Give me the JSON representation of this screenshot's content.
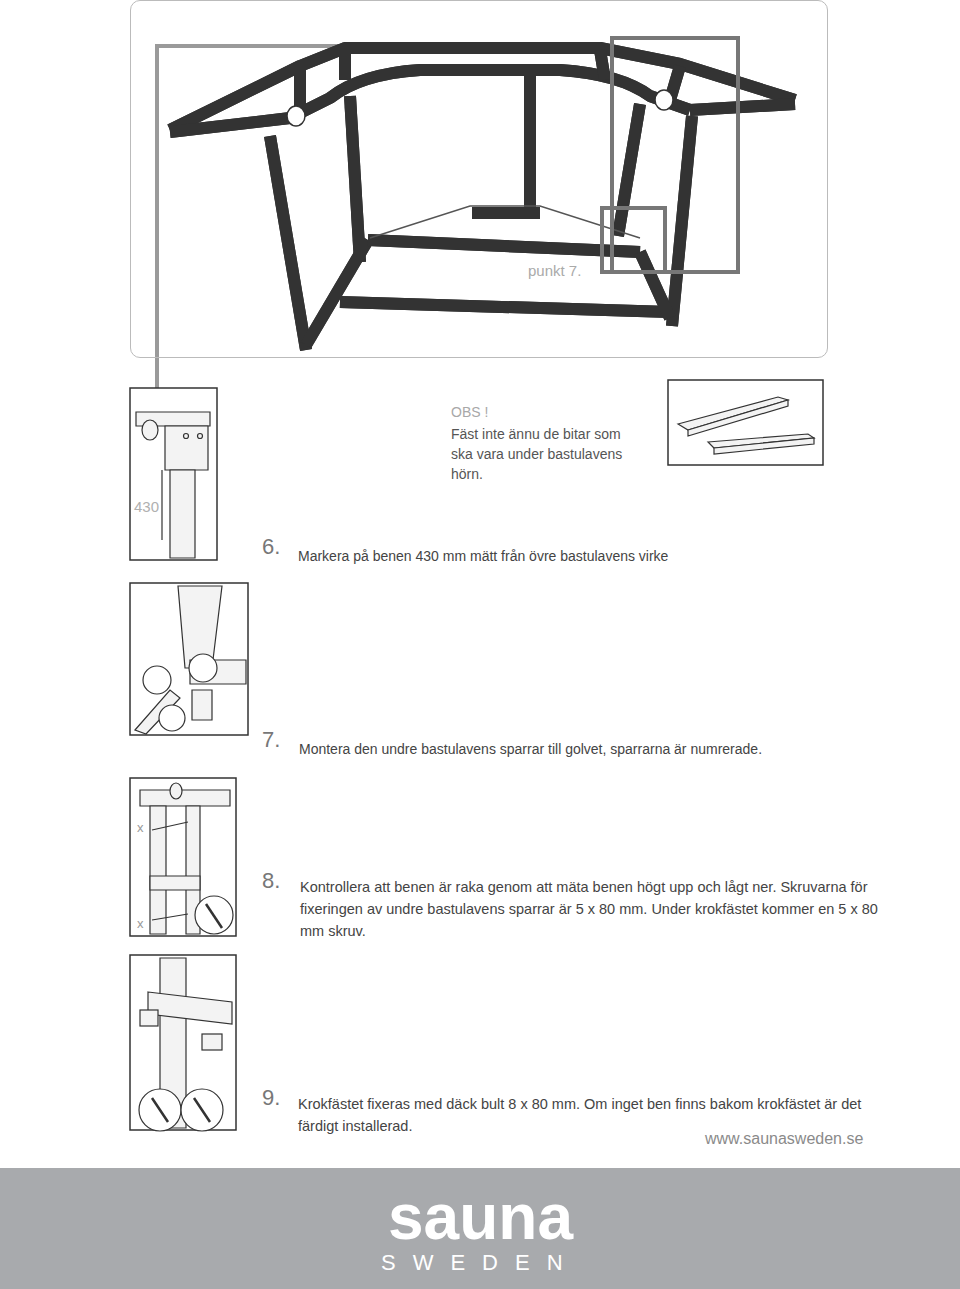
{
  "diagram": {
    "nodes": [
      {
        "text": [
          "punkt 7."
        ]
      },
      {
        "text": [
          "sauna",
          "SWEDEN"
        ]
      }
    ],
    "labels": [
      "430",
      "OBS !",
      "Fäst inte ännu de bitar som ska vara under bastulavens hörn.",
      "6.",
      "Markera på benen 430 mm mätt från övre bastulavens virke",
      "7.",
      "Montera den undre bastulavens sparrar till golvet, sparrarna är numrerade.",
      "x",
      "x",
      "8.",
      "Kontrollera att benen är raka genom att mäta benen högt upp och lågt ner. Skruvarna för fixeringen av undre bastulavens sparrar är 5 x 80 mm. Under krokfästet kommer en 5 x 80 mm skruv.",
      "9.",
      "Krokfästet fixeras med däck bult 8 x 80 mm. Om inget ben finns bakom krokfästet är det färdigt installerad.",
      "www.saunasweden.se"
    ]
  }
}
